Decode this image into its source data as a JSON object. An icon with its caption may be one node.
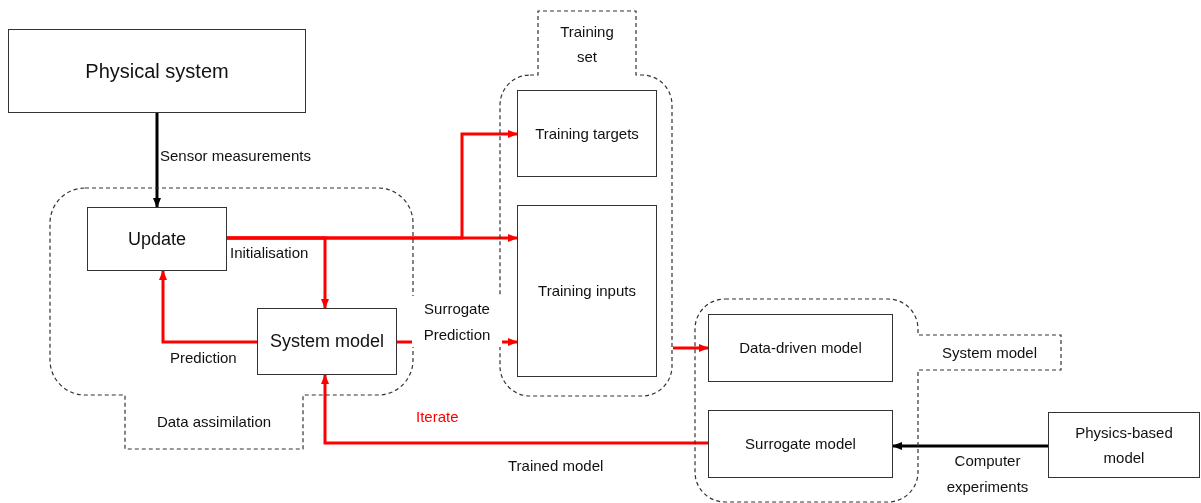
{
  "diagram": {
    "nodes": [
      {
        "text": [
          "Physical system"
        ]
      },
      {
        "text": [
          "Data assimilation"
        ]
      },
      {
        "text": [
          "Update"
        ],
        "in": 1
      },
      {
        "text": [
          "System model"
        ],
        "in": 1
      },
      {
        "text": [
          "Training set"
        ]
      },
      {
        "text": [
          "Training targets"
        ],
        "in": 4
      },
      {
        "text": [
          "Training inputs"
        ],
        "in": 4
      },
      {
        "text": [
          "System model"
        ]
      },
      {
        "text": [
          "Data-driven model"
        ],
        "in": 7
      },
      {
        "text": [
          "Surrogate model"
        ],
        "in": 7
      },
      {
        "text": [
          "Physics-based model"
        ]
      }
    ],
    "edges": [
      {
        "from": 0,
        "to": 2,
        "arrow": "to",
        "label": "Sensor measurements",
        "color": "#000000"
      },
      {
        "from": 2,
        "to": 3,
        "arrow": "to",
        "label": "Initialisation"
      },
      {
        "from": 2,
        "to": 5,
        "arrow": "to"
      },
      {
        "from": 2,
        "to": 6,
        "arrow": "to"
      },
      {
        "from": 3,
        "to": 2,
        "arrow": "to",
        "label": "Prediction"
      },
      {
        "from": 3,
        "to": 6,
        "arrow": "to",
        "label": "Surrogate Prediction"
      },
      {
        "from": 4,
        "to": 8,
        "arrow": "to"
      },
      {
        "from": 9,
        "to": 3,
        "arrow": "to",
        "label": "Trained model"
      },
      {
        "from": 10,
        "to": 9,
        "arrow": "to",
        "label": "Computer experiments",
        "color": "#000000"
      }
    ],
    "labels": [
      "Iterate"
    ]
  }
}
